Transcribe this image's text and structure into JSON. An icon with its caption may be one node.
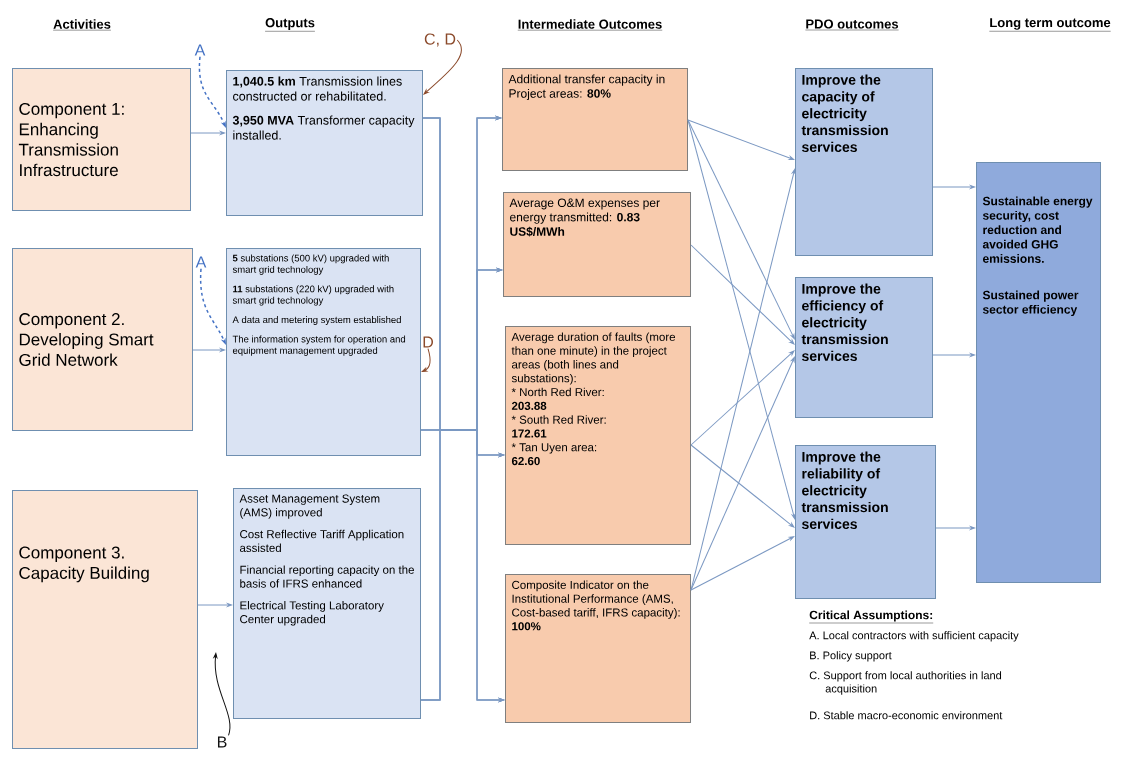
{
  "diagram": {
    "nodes": [
      {
        "text": [
          "Component 1: Enhancing Transmission Infrastructure"
        ]
      },
      {
        "text": [
          "Component 2. Developing Smart Grid Network"
        ]
      },
      {
        "text": [
          "Component 3. Capacity Building"
        ]
      },
      {
        "text": [
          "**1,040.5 km** Transmission lines constructed or rehabilitated.",
          "**3,950 MVA** Transformer capacity installed."
        ]
      },
      {
        "text": [
          "**5** substations (500 kV) upgraded with smart grid technology",
          "**11** substations (220 kV) upgraded with smart grid technology",
          "A data and metering system established",
          "The information system for operation and equipment management upgraded"
        ]
      },
      {
        "text": [
          "Asset Management System (AMS) improved",
          "Cost Reflective Tariff Application assisted",
          "Financial reporting capacity on the basis of IFRS enhanced",
          "Electrical Testing Laboratory Center upgraded"
        ]
      },
      {
        "text": [
          "Additional transfer capacity in Project areas: **80%**"
        ]
      },
      {
        "text": [
          "Average O&M expenses per energy transmitted: **0.83 US$/MWh**"
        ]
      },
      {
        "text": [
          "Average duration of faults (more than one minute) in the project areas (both lines and substations):",
          "* North Red River:",
          "203.88",
          "* South Red River:",
          "172.61",
          "* Tan Uyen area:",
          "62.60"
        ]
      },
      {
        "text": [
          "Composite Indicator on the Institutional Performance (AMS, Cost-based tariff, IFRS capacity): **100%**"
        ]
      },
      {
        "text": [
          "Improve the capacity of electricity transmission services"
        ]
      },
      {
        "text": [
          "Improve the efficiency of electricity transmission services"
        ]
      },
      {
        "text": [
          "Improve the reliability of electricity transmission services"
        ]
      },
      {
        "text": [
          "Sustainable energy security, cost reduction and avoided GHG emissions.",
          "Sustained power sector efficiency"
        ]
      },
      {
        "text": [
          "A"
        ]
      },
      {
        "text": [
          "A"
        ]
      },
      {
        "text": [
          "C, D"
        ]
      },
      {
        "text": [
          "D"
        ]
      },
      {
        "text": [
          "B"
        ]
      }
    ],
    "edges": [
      {
        "from": 0,
        "to": 3,
        "arrow": "to"
      },
      {
        "from": 1,
        "to": 4,
        "arrow": "to"
      },
      {
        "from": 2,
        "to": 5,
        "arrow": "to"
      },
      {
        "from": 3,
        "to": 6,
        "arrow": "to"
      },
      {
        "from": 3,
        "to": 7,
        "arrow": "to"
      },
      {
        "from": 3,
        "to": 8,
        "arrow": "to"
      },
      {
        "from": 3,
        "to": 9,
        "arrow": "to"
      },
      {
        "from": 4,
        "to": 6,
        "arrow": "to"
      },
      {
        "from": 4,
        "to": 7,
        "arrow": "to"
      },
      {
        "from": 4,
        "to": 8,
        "arrow": "to"
      },
      {
        "from": 4,
        "to": 9,
        "arrow": "to"
      },
      {
        "from": 5,
        "to": 6,
        "arrow": "to"
      },
      {
        "from": 5,
        "to": 7,
        "arrow": "to"
      },
      {
        "from": 5,
        "to": 8,
        "arrow": "to"
      },
      {
        "from": 5,
        "to": 9,
        "arrow": "to"
      },
      {
        "from": 6,
        "to": 10,
        "arrow": "to"
      },
      {
        "from": 6,
        "to": 11,
        "arrow": "to"
      },
      {
        "from": 6,
        "to": 12,
        "arrow": "to"
      },
      {
        "from": 7,
        "to": 11,
        "arrow": "to"
      },
      {
        "from": 8,
        "to": 11,
        "arrow": "to"
      },
      {
        "from": 8,
        "to": 12,
        "arrow": "to"
      },
      {
        "from": 9,
        "to": 10,
        "arrow": "to"
      },
      {
        "from": 9,
        "to": 11,
        "arrow": "to"
      },
      {
        "from": 9,
        "to": 12,
        "arrow": "to"
      },
      {
        "from": 10,
        "to": 13,
        "arrow": "to"
      },
      {
        "from": 11,
        "to": 13,
        "arrow": "to"
      },
      {
        "from": 12,
        "to": 13,
        "arrow": "to"
      },
      {
        "from": 14,
        "to": 3,
        "arrow": "to",
        "style": "dashed",
        "color": "#4472c4"
      },
      {
        "from": 16,
        "to": 3,
        "arrow": "to",
        "color": "#8b4a2b"
      },
      {
        "from": 15,
        "to": 4,
        "arrow": "to",
        "style": "dashed",
        "color": "#4472c4"
      },
      {
        "from": 17,
        "to": 4,
        "arrow": "to",
        "color": "#8b4a2b"
      },
      {
        "from": 18,
        "to": null,
        "arrow": "to",
        "color": "#111111"
      }
    ],
    "labels": [
      "Activities",
      "Outputs",
      "Intermediate Outcomes",
      "PDO outcomes",
      "Long term outcome",
      "Critical Assumptions:",
      "A. Local contractors with sufficient capacity",
      "B. Policy support",
      "C. Support from local authorities in land acquisition",
      "D. Stable macro-economic environment"
    ]
  }
}
